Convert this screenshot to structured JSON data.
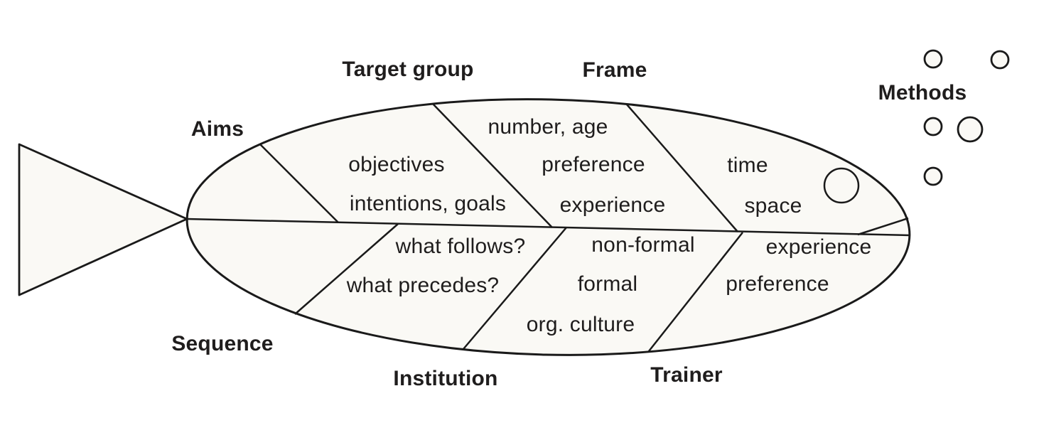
{
  "colors": {
    "background": "#ffffff",
    "body_fill": "#faf9f5",
    "line": "#1a1a1a",
    "text": "#1f1d1d"
  },
  "sections": {
    "aims": {
      "label": "Aims",
      "items": [
        "objectives",
        "intentions, goals"
      ]
    },
    "target_group": {
      "label": "Target group",
      "items": [
        "number, age",
        "preference",
        "experience"
      ]
    },
    "frame": {
      "label": "Frame",
      "items": [
        "time",
        "space"
      ]
    },
    "methods": {
      "label": "Methods",
      "items": []
    },
    "sequence": {
      "label": "Sequence",
      "items": [
        "what follows?",
        "what precedes?"
      ]
    },
    "institution": {
      "label": "Institution",
      "items": [
        "non-formal",
        "formal",
        "org. culture"
      ]
    },
    "trainer": {
      "label": "Trainer",
      "items": [
        "experience",
        "preference"
      ]
    }
  }
}
